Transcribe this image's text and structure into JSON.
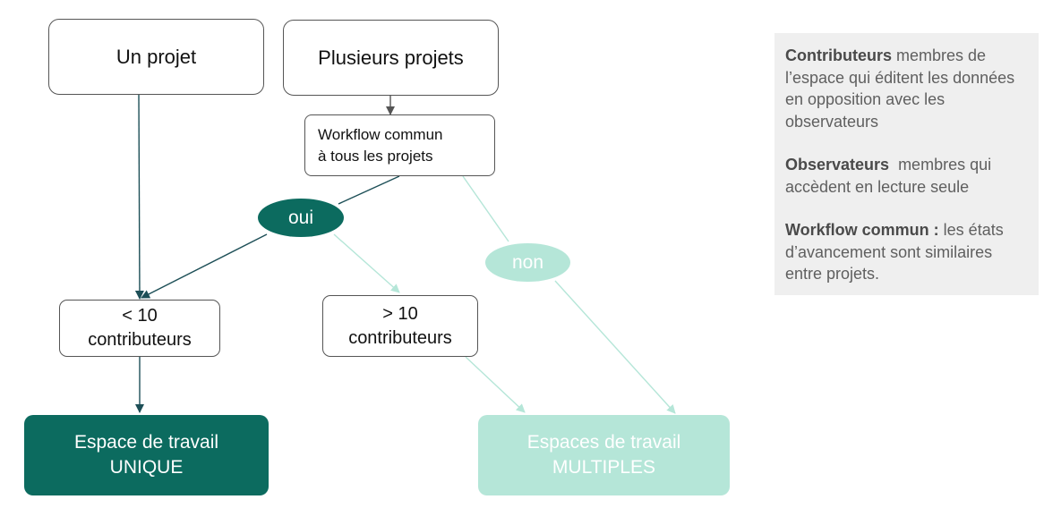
{
  "nodes": {
    "un_projet": "Un projet",
    "plusieurs_projets": "Plusieurs projets",
    "workflow_commun": "Workflow commun\nà tous les projets",
    "moins_10": "< 10\ncontributeurs",
    "plus_10": "> 10\ncontributeurs",
    "espace_unique": "Espace de travail\nUNIQUE",
    "espaces_multiples": "Espaces de travail\nMULTIPLES"
  },
  "decisions": {
    "oui": "oui",
    "non": "non"
  },
  "legend": {
    "contributeurs_term": "Contributeurs",
    "contributeurs_def": " membres de l’espace qui éditent les données en opposition avec les observateurs",
    "observateurs_term": "Observateurs",
    "observateurs_def": "  membres qui accèdent en lecture seule",
    "workflow_term": "Workflow commun :",
    "workflow_def": " les états d’avancement sont similaires entre projets."
  },
  "colors": {
    "dark_teal": "#0c6b5f",
    "light_teal": "#b5e6d8",
    "legend_bg": "#efefef"
  }
}
